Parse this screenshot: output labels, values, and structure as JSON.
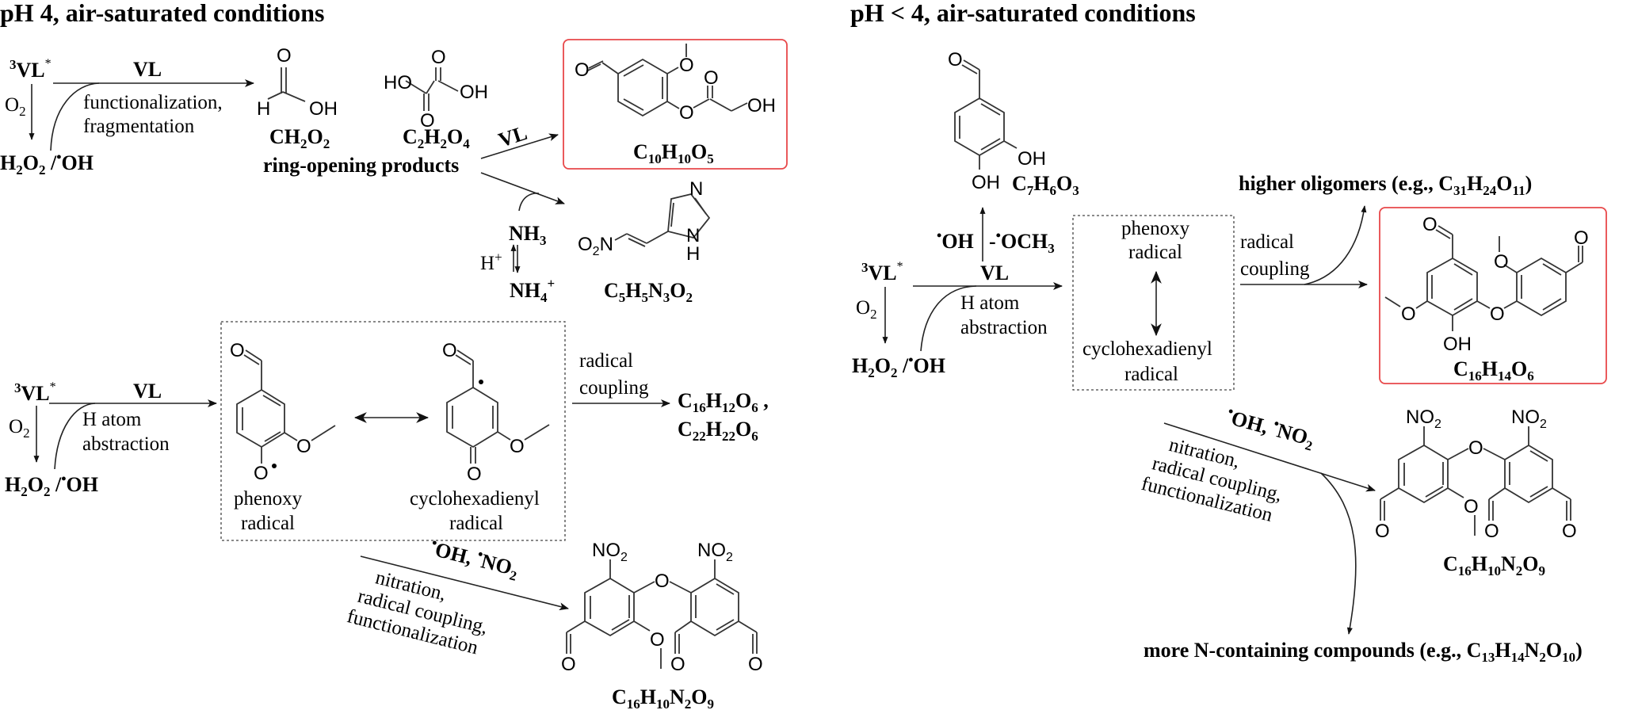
{
  "left_panel": {
    "title": "pH 4, air-saturated conditions",
    "top_pathway": {
      "reactant": {
        "sup": "3",
        "main": "VL",
        "star": "*"
      },
      "o2_label": "O",
      "o2_sub": "2",
      "oxidant": {
        "h2o2_a": "H",
        "h2o2_s1": "2",
        "h2o2_b": "O",
        "h2o2_s2": "2",
        "sep": " /",
        "oh": "OH"
      },
      "arrow_label_top": "VL",
      "arrow_label_bottom_1": "functionalization,",
      "arrow_label_bottom_2": "fragmentation",
      "formic_acid": {
        "atoms": [
          "O",
          "H",
          "OH"
        ],
        "formula": [
          "CH",
          "2",
          "O",
          "2"
        ]
      },
      "oxalic_acid": {
        "atoms": [
          "HO",
          "O",
          "OH",
          "O"
        ],
        "formula": [
          "C",
          "2",
          "H",
          "2",
          "O",
          "4"
        ]
      },
      "ring_opening_label": "ring-opening products",
      "vl_arrow_label": "VL",
      "boxed_product": {
        "atoms": [
          "O",
          "O",
          "O",
          "O",
          "OH"
        ],
        "formula": [
          "C",
          "10",
          "H",
          "10",
          "O",
          "5"
        ]
      },
      "ammonia": {
        "nh3": "NH",
        "nh3_sub": "3",
        "h_plus": "H",
        "h_plus_sup": "+",
        "nh4": "NH",
        "nh4_sub": "4",
        "nh4_sup": "+"
      },
      "imidazole_product": {
        "atoms": [
          "O",
          "2",
          "N",
          "N",
          "N",
          "H"
        ],
        "formula": [
          "C",
          "5",
          "H",
          "5",
          "N",
          "3",
          "O",
          "2"
        ]
      }
    },
    "bottom_pathway": {
      "reactant": {
        "sup": "3",
        "main": "VL",
        "star": "*"
      },
      "o2_label": "O",
      "o2_sub": "2",
      "oxidant": {
        "h2o2_a": "H",
        "h2o2_s1": "2",
        "h2o2_b": "O",
        "h2o2_s2": "2",
        "sep": " /",
        "oh": "OH"
      },
      "arrow_label_top": "VL",
      "arrow_label_bottom_1": "H atom",
      "arrow_label_bottom_2": "abstraction",
      "phenoxy_label_1": "phenoxy",
      "phenoxy_label_2": "radical",
      "cyclo_label_1": "cyclohexadienyl",
      "cyclo_label_2": "radical",
      "coupling_label_1": "radical",
      "coupling_label_2": "coupling",
      "coupling_products": [
        [
          "C",
          "16",
          "H",
          "12",
          "O",
          "6",
          " ,"
        ],
        [
          "C",
          "22",
          "H",
          "22",
          "O",
          "6"
        ]
      ],
      "nitration_reagents": [
        "OH, ",
        "NO",
        "2"
      ],
      "nitration_label_1": "nitration,",
      "nitration_label_2": "radical  coupling,",
      "nitration_label_3": "functionalization",
      "nitro_product": {
        "no2": "NO",
        "no2_sub": "2",
        "o": "O",
        "formula": [
          "C",
          "16",
          "H",
          "10",
          "N",
          "2",
          "O",
          "9"
        ]
      }
    }
  },
  "right_panel": {
    "title": "pH < 4, air-saturated conditions",
    "catechol_product": {
      "atoms": [
        "O",
        "OH",
        "OH"
      ],
      "formula": [
        "C",
        "7",
        "H",
        "6",
        "O",
        "3"
      ]
    },
    "demethoxy_label": {
      "oh": "OH",
      "minus": "-",
      "och3": "OCH",
      "och3_sub": "3"
    },
    "reactant": {
      "sup": "3",
      "main": "VL",
      "star": "*"
    },
    "o2_label": "O",
    "o2_sub": "2",
    "oxidant": {
      "h2o2_a": "H",
      "h2o2_s1": "2",
      "h2o2_b": "O",
      "h2o2_s2": "2",
      "sep": " /",
      "oh": "OH"
    },
    "arrow_label_top": "VL",
    "arrow_label_bottom_1": "H atom",
    "arrow_label_bottom_2": "abstraction",
    "phenoxy_label_1": "phenoxy",
    "phenoxy_label_2": "radical",
    "cyclo_label_1": "cyclohexadienyl",
    "cyclo_label_2": "radical",
    "coupling_label_1": "radical",
    "coupling_label_2": "coupling",
    "higher_oligomers": [
      "higher oligomers (e.g., C",
      "31",
      "H",
      "24",
      "O",
      "11",
      ")"
    ],
    "boxed_dimer": {
      "atoms": [
        "O",
        "O",
        "O",
        "O",
        "O",
        "OH"
      ],
      "formula": [
        "C",
        "16",
        "H",
        "14",
        "O",
        "6"
      ]
    },
    "nitration_reagents": [
      "OH, ",
      "NO",
      "2"
    ],
    "nitration_label_1": "nitration,",
    "nitration_label_2": "radical  coupling,",
    "nitration_label_3": "functionalization",
    "nitro_product": {
      "no2": "NO",
      "no2_sub": "2",
      "o": "O",
      "formula": [
        "C",
        "16",
        "H",
        "10",
        "N",
        "2",
        "O",
        "9"
      ]
    },
    "more_n_compounds": [
      "more N-containing compounds (e.g., C",
      "13",
      "H",
      "14",
      "N",
      "2",
      "O",
      "10",
      ")"
    ]
  },
  "colors": {
    "highlight_box": "#e8484a",
    "dashed_box": "#444444",
    "ink": "#000000"
  }
}
